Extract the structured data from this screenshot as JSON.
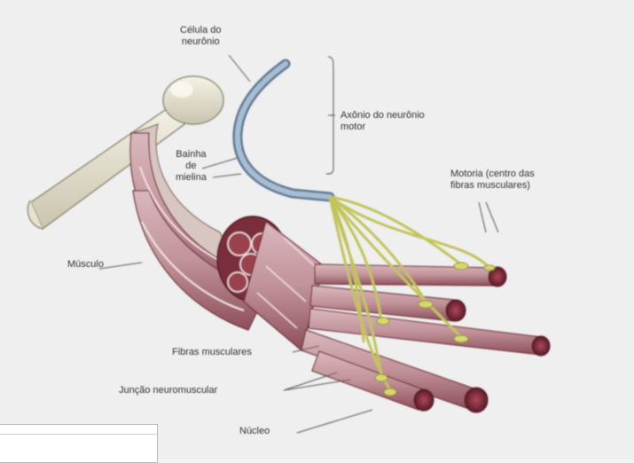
{
  "diagram": {
    "labels": {
      "celula_neuronio": [
        "Célula do",
        "neurônio"
      ],
      "axonio": [
        "Axônio do neurônio",
        "motor"
      ],
      "bainha": [
        "Bainha",
        "de",
        "mielina"
      ],
      "motoria": [
        "Motoria (centro das",
        "fibras musculares)"
      ],
      "musculo": "Músculo",
      "fibras": "Fibras musculares",
      "juncao": "Junção neuromuscular",
      "nucleo": "Núcleo"
    },
    "colors": {
      "background": "#efeff0",
      "bone": "#e9e6d6",
      "muscle": "#c9a1a8",
      "muscle_dark": "#7b2a35",
      "nerve": "#c9cd6a",
      "myelin": "#8fa3b8"
    }
  }
}
